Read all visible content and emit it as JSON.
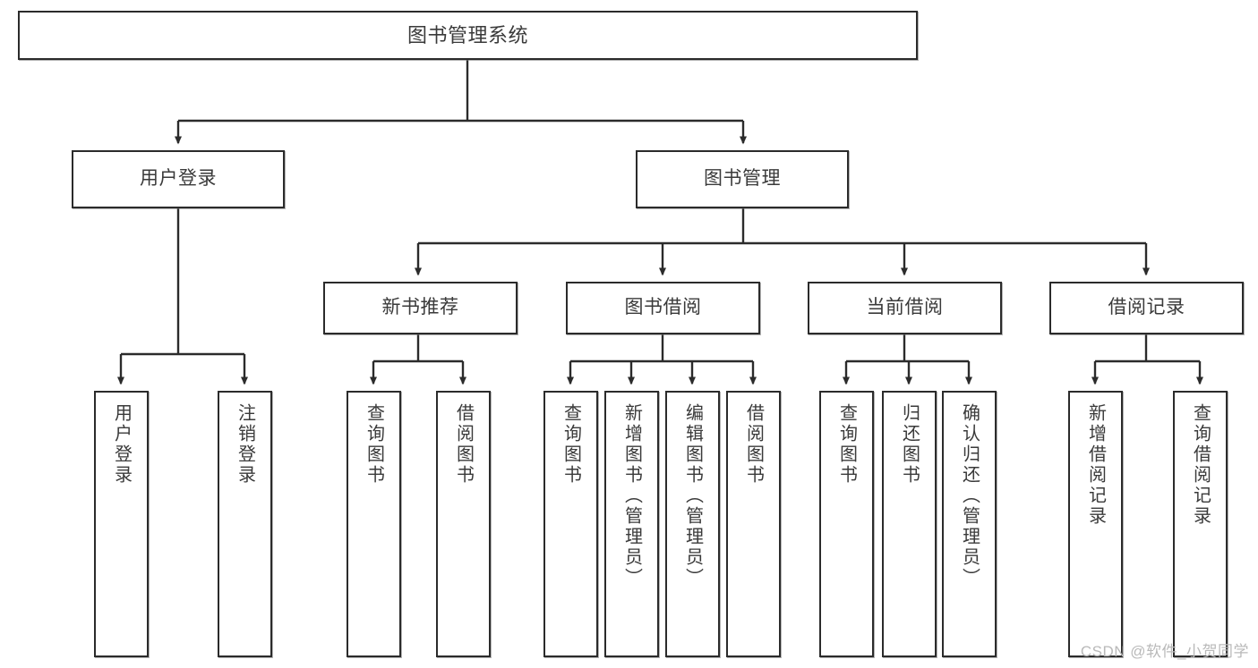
{
  "diagram": {
    "title": "图书管理系统",
    "watermark": "CSDN @软件_小贺同学",
    "line_color": "#2b2b2b",
    "box_fill": "#ffffff",
    "text_color": "#3a3a3a",
    "nodes": {
      "root": "图书管理系统",
      "user_login": "用户登录",
      "book_manage": "图书管理",
      "new_book_rec": "新书推荐",
      "book_borrow": "图书借阅",
      "current_borrow": "当前借阅",
      "borrow_record": "借阅记录",
      "leaf_user_login": "用户登录",
      "leaf_user_logout": "注销登录",
      "leaf_rec_query_book": "查询图书",
      "leaf_rec_borrow_book": "借阅图书",
      "leaf_borrow_query_book": "查询图书",
      "leaf_borrow_add_book": "新增图书（管理员）",
      "leaf_borrow_edit_book": "编辑图书（管理员）",
      "leaf_borrow_borrow_book": "借阅图书",
      "leaf_cur_query_book": "查询图书",
      "leaf_cur_return_book": "归还图书",
      "leaf_cur_confirm_return": "确认归还（管理员）",
      "leaf_rec_add_record": "新增借阅记录",
      "leaf_rec_query_record": "查询借阅记录"
    }
  },
  "chart_data": {
    "type": "diagram",
    "subtype": "tree-hierarchy",
    "title": "图书管理系统",
    "orientation": "top-down",
    "levels": 4,
    "tree": {
      "label": "图书管理系统",
      "children": [
        {
          "label": "用户登录",
          "children": [
            {
              "label": "用户登录",
              "children": []
            },
            {
              "label": "注销登录",
              "children": []
            }
          ]
        },
        {
          "label": "图书管理",
          "children": [
            {
              "label": "新书推荐",
              "children": [
                {
                  "label": "查询图书",
                  "children": []
                },
                {
                  "label": "借阅图书",
                  "children": []
                }
              ]
            },
            {
              "label": "图书借阅",
              "children": [
                {
                  "label": "查询图书",
                  "children": []
                },
                {
                  "label": "新增图书（管理员）",
                  "children": []
                },
                {
                  "label": "编辑图书（管理员）",
                  "children": []
                },
                {
                  "label": "借阅图书",
                  "children": []
                }
              ]
            },
            {
              "label": "当前借阅",
              "children": [
                {
                  "label": "查询图书",
                  "children": []
                },
                {
                  "label": "归还图书",
                  "children": []
                },
                {
                  "label": "确认归还（管理员）",
                  "children": []
                }
              ]
            },
            {
              "label": "借阅记录",
              "children": [
                {
                  "label": "新增借阅记录",
                  "children": []
                },
                {
                  "label": "查询借阅记录",
                  "children": []
                }
              ]
            }
          ]
        }
      ]
    },
    "node_count": 21,
    "edge_style": "orthogonal-with-arrowheads"
  }
}
